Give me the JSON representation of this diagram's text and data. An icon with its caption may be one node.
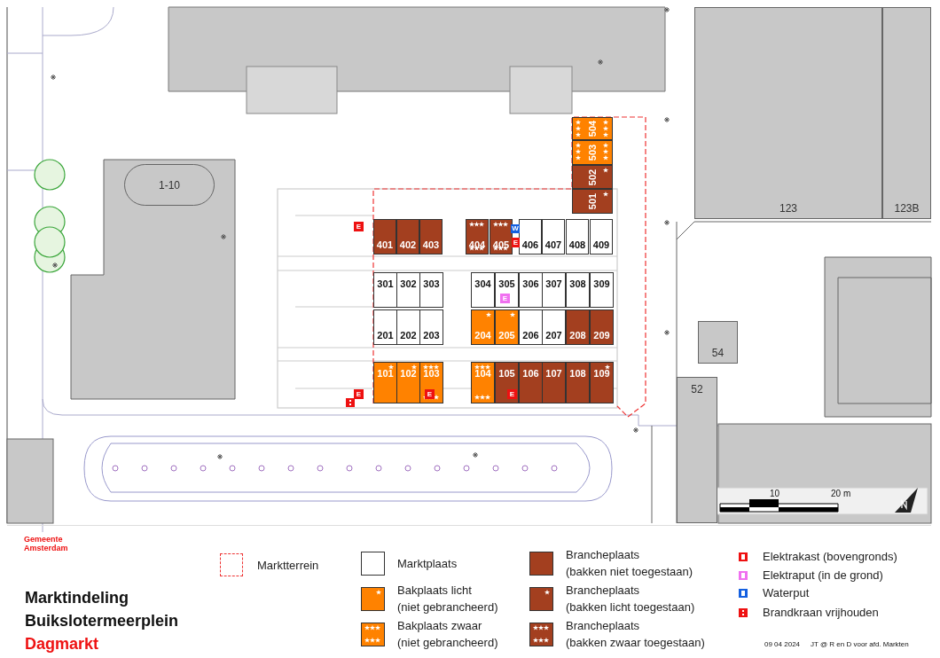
{
  "diagram": {
    "nodes": [
      {
        "text": [
          "1-10"
        ]
      },
      {
        "text": [
          "504"
        ]
      },
      {
        "text": [
          "503"
        ]
      },
      {
        "text": [
          "502"
        ]
      },
      {
        "text": [
          "501"
        ]
      },
      {
        "text": [
          "123"
        ]
      },
      {
        "text": [
          "123B"
        ]
      },
      {
        "text": [
          "E"
        ]
      },
      {
        "text": [
          "401"
        ]
      },
      {
        "text": [
          "402"
        ]
      },
      {
        "text": [
          "403"
        ]
      },
      {
        "text": [
          "404"
        ]
      },
      {
        "text": [
          "405"
        ]
      },
      {
        "text": [
          "W"
        ]
      },
      {
        "text": [
          "E"
        ]
      },
      {
        "text": [
          "406"
        ]
      },
      {
        "text": [
          "407"
        ]
      },
      {
        "text": [
          "408"
        ]
      },
      {
        "text": [
          "409"
        ]
      },
      {
        "text": [
          "301"
        ]
      },
      {
        "text": [
          "302"
        ]
      },
      {
        "text": [
          "303"
        ]
      },
      {
        "text": [
          "304"
        ]
      },
      {
        "text": [
          "305"
        ]
      },
      {
        "text": [
          "306"
        ]
      },
      {
        "text": [
          "307"
        ]
      },
      {
        "text": [
          "308"
        ]
      },
      {
        "text": [
          "309"
        ]
      },
      {
        "text": [
          "E"
        ],
        "in": 23
      },
      {
        "text": [
          "54"
        ]
      },
      {
        "text": [
          "201"
        ]
      },
      {
        "text": [
          "202"
        ]
      },
      {
        "text": [
          "203"
        ]
      },
      {
        "text": [
          "204"
        ]
      },
      {
        "text": [
          "205"
        ]
      },
      {
        "text": [
          "206"
        ]
      },
      {
        "text": [
          "207"
        ]
      },
      {
        "text": [
          "208"
        ]
      },
      {
        "text": [
          "209"
        ]
      },
      {
        "text": [
          "101"
        ]
      },
      {
        "text": [
          "102"
        ]
      },
      {
        "text": [
          "103"
        ]
      },
      {
        "text": [
          "104"
        ]
      },
      {
        "text": [
          "105"
        ]
      },
      {
        "text": [
          "106"
        ]
      },
      {
        "text": [
          "107"
        ]
      },
      {
        "text": [
          "108"
        ]
      },
      {
        "text": [
          "109"
        ]
      },
      {
        "text": [
          "E"
        ]
      },
      {
        "text": [
          "E"
        ],
        "in": 41
      },
      {
        "text": [
          "E"
        ],
        "in": 43
      },
      {
        "text": [
          "52"
        ]
      }
    ],
    "labels": [
      "10",
      "20 m",
      "Gemeente Amsterdam",
      "Marktindeling",
      "Buikslotermeerplein",
      "Dagmarkt",
      "09 04 2024",
      "JT @ R en D voor afd. Markten"
    ],
    "legend": [
      {
        "text": "Marktterrein"
      },
      {
        "text": "Marktplaats",
        "color": "#ffffff"
      },
      {
        "text": "Bakplaats licht (niet gebrancheerd)"
      },
      {
        "text": "Bakplaats zwaar (niet gebrancheerd)"
      },
      {
        "text": "Brancheplaats (bakken niet toegestaan)",
        "color": "#a33f1f"
      },
      {
        "text": "Brancheplaats (bakken licht toegestaan)"
      },
      {
        "text": "Brancheplaats (bakken zwaar toegestaan)"
      },
      {
        "text": "Elektrakast (bovengronds)"
      },
      {
        "text": "Elektraput (in de grond)"
      },
      {
        "text": "Waterput"
      },
      {
        "text": "Brandkraan vrijhouden"
      }
    ]
  }
}
